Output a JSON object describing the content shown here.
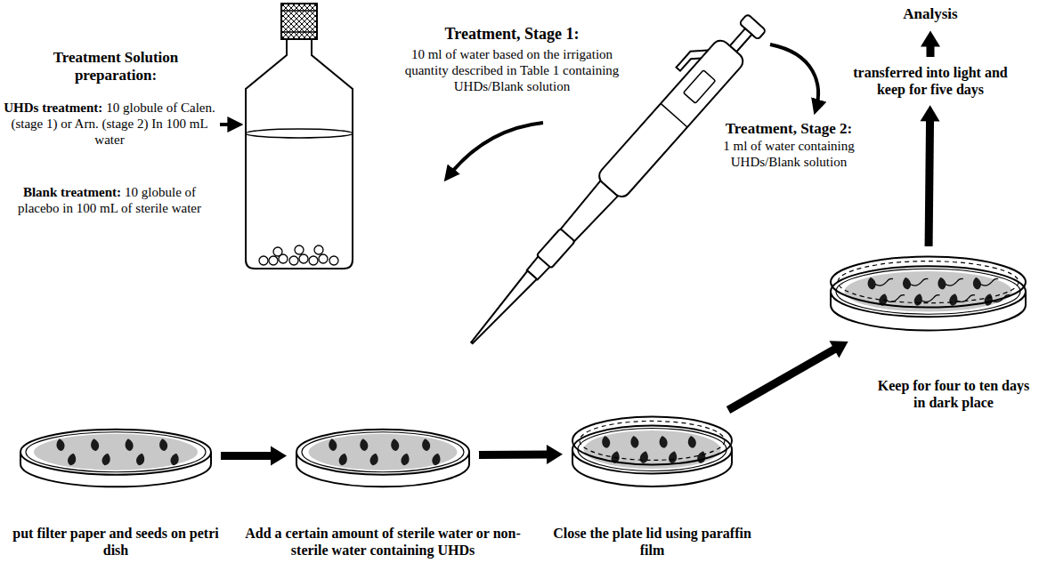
{
  "diagram": {
    "nodes": [
      {
        "text": [
          "put filter paper and seeds on petri dish"
        ]
      },
      {
        "text": [
          "Add a certain amount of sterile water or non-sterile water containing UHDs"
        ]
      },
      {
        "text": [
          "Close the plate lid using paraffin film"
        ]
      },
      {
        "text": [
          "Treatment, Stage 2:",
          "1 ml of water containing UHDs/Blank solution"
        ]
      },
      {
        "text": [
          "transferred into light and keep for five days"
        ]
      },
      {
        "text": [
          "Analysis"
        ]
      }
    ],
    "edges": [
      {
        "from": 0,
        "to": 1,
        "arrow": "to"
      },
      {
        "from": 1,
        "to": 2,
        "arrow": "to"
      },
      {
        "from": 2,
        "to": 3,
        "label": "Keep for four to ten days in dark place",
        "arrow": "to"
      },
      {
        "from": 3,
        "to": 4,
        "arrow": "to"
      },
      {
        "from": 4,
        "to": 5,
        "arrow": "to"
      }
    ],
    "labels": [
      "Treatment Solution preparation:",
      "UHDs treatment:",
      "10 globule of Calen. (stage 1) or Arn. (stage 2) In 100 mL water",
      "Blank treatment:",
      "10 globule of placebo in 100 mL of sterile water",
      "Treatment, Stage 1:",
      "10 ml of water based on the irrigation quantity described in Table 1 containing UHDs/Blank solution"
    ]
  }
}
